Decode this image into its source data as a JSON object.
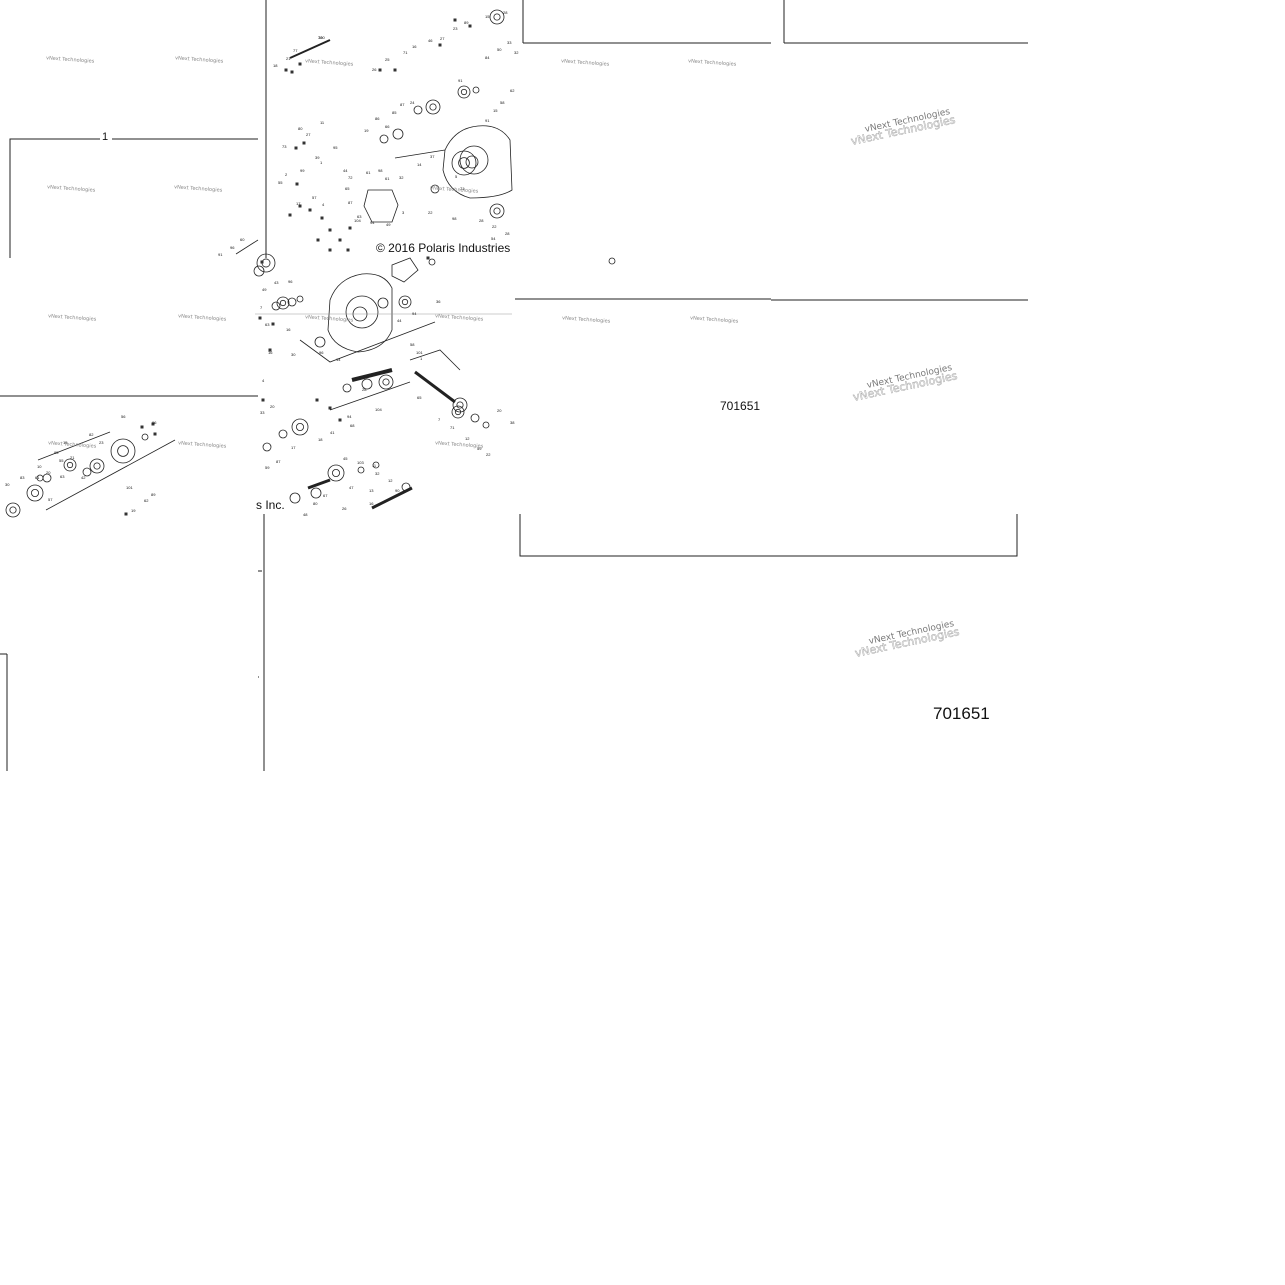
{
  "diagram": {
    "callout_main": "1",
    "copyright": "© 2016 Polaris Industries",
    "copyright_tail": "s Inc.",
    "figure_number": "701651",
    "watermark": "vNext Technologies",
    "part_numbers": [
      "78",
      "77",
      "18",
      "21",
      "26",
      "25",
      "71",
      "16",
      "46",
      "27",
      "23",
      "89",
      "15",
      "28",
      "84",
      "50",
      "33",
      "32",
      "91",
      "24",
      "87",
      "85",
      "86",
      "66",
      "19",
      "73",
      "80",
      "27",
      "11",
      "39",
      "1",
      "95",
      "44",
      "99",
      "2",
      "55",
      "72",
      "65",
      "57",
      "4",
      "87",
      "63",
      "17",
      "104",
      "94",
      "61",
      "98",
      "61",
      "32",
      "3",
      "49",
      "5",
      "71",
      "14",
      "37",
      "58",
      "15",
      "91",
      "62",
      "22",
      "98",
      "28",
      "22",
      "54",
      "28",
      "96",
      "91",
      "60",
      "49",
      "96",
      "43",
      "7",
      "63",
      "16",
      "16",
      "30",
      "4",
      "20",
      "33",
      "36",
      "94",
      "44",
      "14",
      "96",
      "28",
      "104",
      "94",
      "65",
      "7",
      "71",
      "12",
      "59",
      "22",
      "20",
      "38",
      "58",
      "101",
      "1",
      "68",
      "41",
      "18",
      "17",
      "87",
      "59",
      "45",
      "103",
      "11",
      "32",
      "47",
      "67",
      "80",
      "48",
      "12",
      "90",
      "13",
      "26",
      "16",
      "96",
      "56",
      "82",
      "23",
      "15",
      "95",
      "10",
      "55",
      "21",
      "83",
      "30",
      "101",
      "62",
      "89",
      "19",
      "42",
      "20",
      "63",
      "61",
      "57",
      "100"
    ]
  }
}
